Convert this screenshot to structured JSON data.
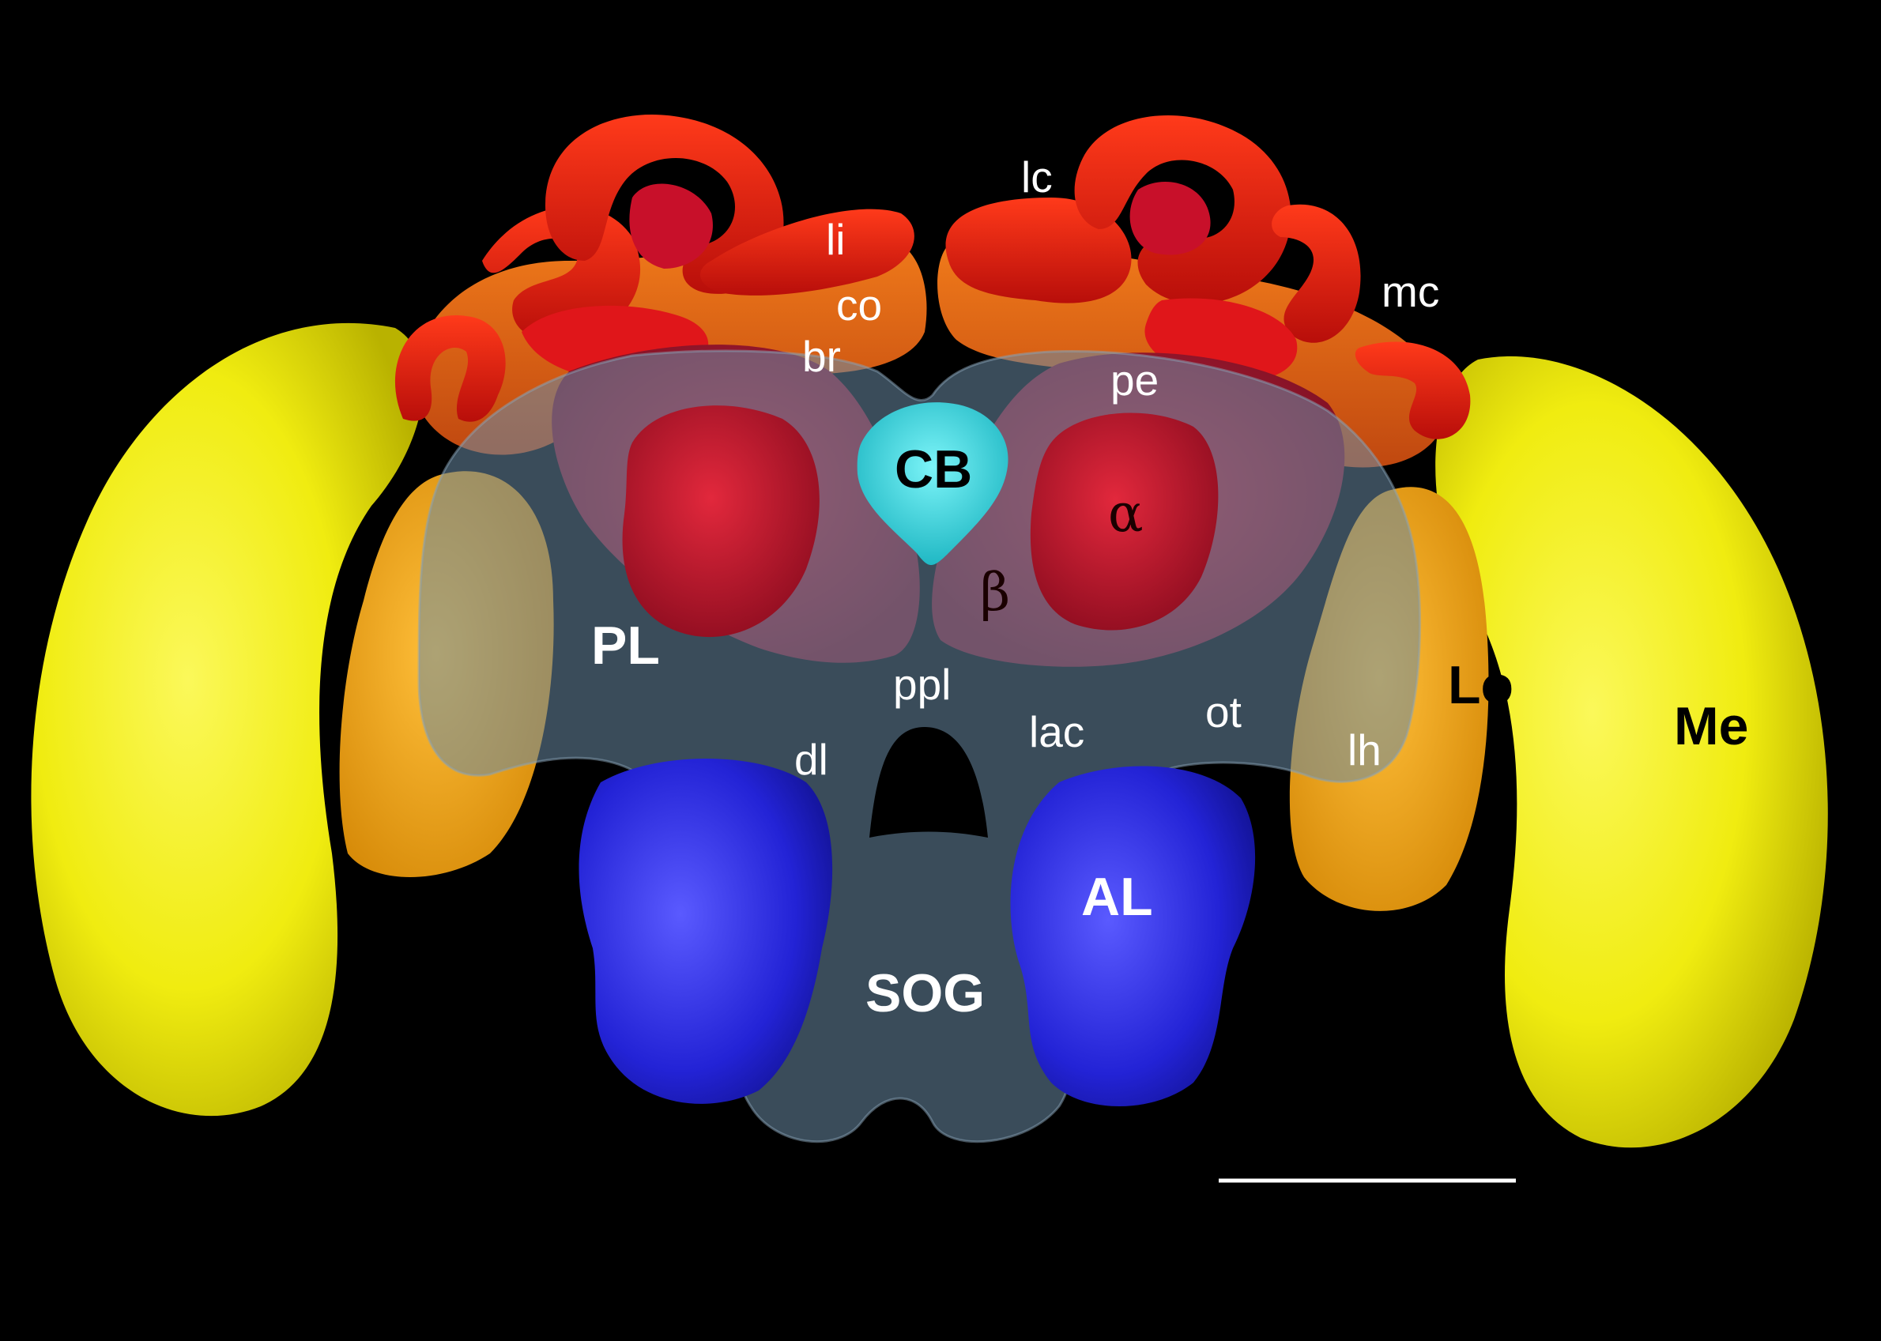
{
  "figure": {
    "background": "#000000",
    "colors": {
      "medulla": "#f2ee10",
      "lobula": "#f0a516",
      "calyx_outer": "#d0140f",
      "calyx_mid": "#f06a14",
      "mushroom_body_lobes": "#b8122c",
      "central_body": "#39d2dc",
      "antennal_lobe": "#2121d9",
      "neuropil_translucent": "#5f7a92"
    },
    "labels": {
      "lc": "lc",
      "li": "li",
      "co": "co",
      "br": "br",
      "mc": "mc",
      "pe": "pe",
      "cb": "CB",
      "alpha": "α",
      "beta": "β",
      "pl": "PL",
      "ppl": "ppl",
      "lac": "lac",
      "ot": "ot",
      "dl": "dl",
      "lh": "lh",
      "lo": "Lo",
      "me": "Me",
      "al": "AL",
      "sog": "SOG"
    },
    "scale_bar": {
      "color": "#ffffff"
    }
  }
}
